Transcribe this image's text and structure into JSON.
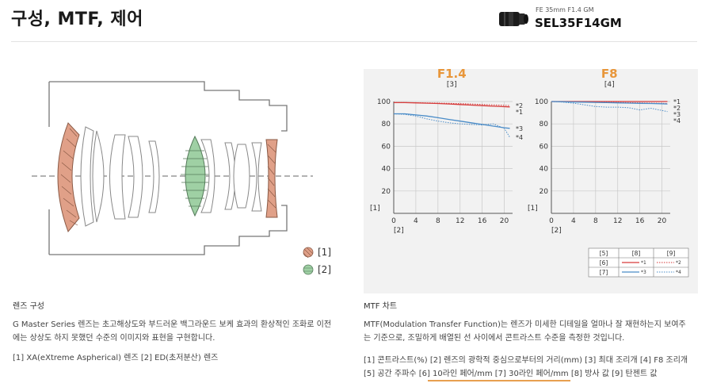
{
  "page": {
    "title": "구성, MTF, 제어"
  },
  "product": {
    "subtitle": "FE 35mm F1.4 GM",
    "model": "SEL35F14GM"
  },
  "diagram": {
    "legend": [
      "[1]",
      "[2]"
    ],
    "heading": "렌즈 구성",
    "description_lines": [
      "G Master Series 렌즈는 초고해상도와 부드러운 백그라운드 보케 효과의 환상적인 조화로 이전",
      "에는 상상도 하지 못했던 수준의 이미지와 표현을 구현합니다."
    ],
    "notes": "[1] XA(eXtreme Aspherical) 렌즈 [2] ED(초저분산) 렌즈"
  },
  "colors": {
    "xa_lens": "#e0a088",
    "ed_lens": "#9fd0a4",
    "accent_orange": "#e8963a",
    "sagittal_red": "#d63a3a",
    "meridional_blue": "#4a8cc8"
  },
  "chart_data": [
    {
      "type": "line",
      "title": "F1.4",
      "subtitle": "[3]",
      "xlabel": "[2]",
      "ylabel": "[1]",
      "x": [
        0,
        2,
        4,
        6,
        8,
        10,
        12,
        14,
        16,
        18,
        20,
        21
      ],
      "xticks": [
        0,
        4,
        8,
        12,
        16,
        20
      ],
      "yticks": [
        20,
        40,
        60,
        80,
        100
      ],
      "xlim": [
        0,
        21.5
      ],
      "ylim": [
        0,
        100
      ],
      "series": [
        {
          "name": "*1",
          "style": "solid",
          "color": "#d63a3a",
          "values": [
            99,
            99,
            98.8,
            98.5,
            98.2,
            97.8,
            97.3,
            96.8,
            96.3,
            95.8,
            95.4,
            95.2
          ]
        },
        {
          "name": "*2",
          "style": "dotted",
          "color": "#d63a3a",
          "values": [
            99,
            99,
            98.9,
            98.8,
            98.6,
            98.4,
            98.1,
            97.8,
            97.4,
            97,
            96.6,
            96.4
          ]
        },
        {
          "name": "*3",
          "style": "solid",
          "color": "#4a8cc8",
          "values": [
            89,
            89,
            88,
            87,
            85.5,
            84,
            82.5,
            81,
            79.5,
            78,
            76.5,
            76
          ]
        },
        {
          "name": "*4",
          "style": "dotted",
          "color": "#4a8cc8",
          "values": [
            89,
            88.5,
            87,
            84.5,
            82.5,
            81,
            80,
            79.5,
            79,
            80,
            76,
            68
          ]
        }
      ],
      "grid": true
    },
    {
      "type": "line",
      "title": "F8",
      "subtitle": "[4]",
      "xlabel": "[2]",
      "ylabel": "[1]",
      "x": [
        0,
        2,
        4,
        6,
        8,
        10,
        12,
        14,
        16,
        18,
        20,
        21
      ],
      "xticks": [
        0,
        4,
        8,
        12,
        16,
        20
      ],
      "yticks": [
        20,
        40,
        60,
        80,
        100
      ],
      "xlim": [
        0,
        21.5
      ],
      "ylim": [
        0,
        100
      ],
      "series": [
        {
          "name": "*1",
          "style": "solid",
          "color": "#d63a3a",
          "values": [
            100,
            100,
            100,
            100,
            100,
            100,
            100,
            100,
            100,
            100,
            100,
            100
          ]
        },
        {
          "name": "*2",
          "style": "dotted",
          "color": "#d63a3a",
          "values": [
            100,
            100,
            100,
            99.8,
            99.6,
            99.4,
            99.2,
            99,
            98.8,
            98.6,
            98.4,
            98.2
          ]
        },
        {
          "name": "*3",
          "style": "solid",
          "color": "#4a8cc8",
          "values": [
            100,
            99.8,
            99.6,
            99.4,
            99.2,
            99,
            98.8,
            98.6,
            98.4,
            98.2,
            98,
            97.8
          ]
        },
        {
          "name": "*4",
          "style": "dotted",
          "color": "#4a8cc8",
          "values": [
            100,
            99.5,
            98.5,
            97,
            95.5,
            95,
            95,
            94.5,
            92.5,
            94,
            92,
            91
          ]
        }
      ],
      "grid": true
    }
  ],
  "mtf_legend": {
    "header": [
      "[5]",
      "[8]",
      "[9]"
    ],
    "rows": [
      {
        "label": "[6]",
        "solid": "*1",
        "dotted": "*2"
      },
      {
        "label": "[7]",
        "solid": "*3",
        "dotted": "*4"
      }
    ]
  },
  "mtf_text": {
    "heading": "MTF 차트",
    "description_lines": [
      "MTF(Modulation Transfer Function)는 렌즈가 미세한 디테일을 얼마나 잘 재현하는지 보여주",
      "는 기준으로, 조밀하게 배열된 선 사이에서 콘트라스트 수준을 측정한 것입니다."
    ],
    "notes_lines": [
      "[1] 콘트라스트(%) [2] 렌즈의 광학적 중심으로부터의 거리(mm) [3] 최대 조리개 [4] F8 조리개",
      "[5] 공간 주파수 [6] 10라인 페어/mm [7] 30라인 페어/mm [8] 방사 값 [9] 탄젠트 값"
    ]
  }
}
